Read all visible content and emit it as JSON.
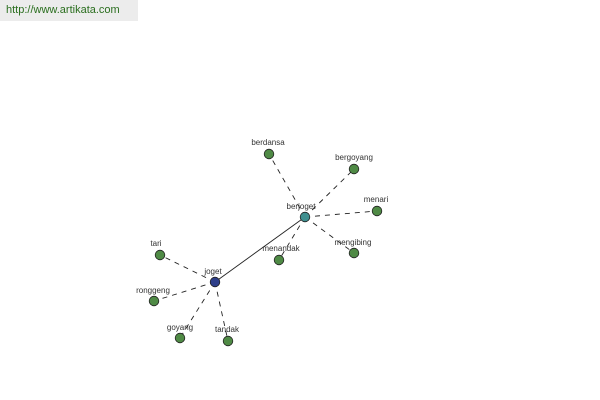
{
  "header": {
    "source_url": "http://www.artikata.com"
  },
  "colors": {
    "link_text": "#2a6e1e",
    "source_box_bg": "#ececec",
    "leaf_node": "#4f8a45",
    "joget_node": "#2e3f8a",
    "berjoget_node": "#3f8f8f",
    "edge": "#222222"
  },
  "graph": {
    "nodes": [
      {
        "id": "joget",
        "label": "joget",
        "kind": "hub"
      },
      {
        "id": "berjoget",
        "label": "berjoget",
        "kind": "hub"
      },
      {
        "id": "tari",
        "label": "tari",
        "kind": "leaf"
      },
      {
        "id": "ronggeng",
        "label": "ronggeng",
        "kind": "leaf"
      },
      {
        "id": "goyang",
        "label": "goyang",
        "kind": "leaf"
      },
      {
        "id": "tandak",
        "label": "tandak",
        "kind": "leaf"
      },
      {
        "id": "menandak",
        "label": "menandak",
        "kind": "leaf"
      },
      {
        "id": "berdansa",
        "label": "berdansa",
        "kind": "leaf"
      },
      {
        "id": "bergoyang",
        "label": "bergoyang",
        "kind": "leaf"
      },
      {
        "id": "menari",
        "label": "menari",
        "kind": "leaf"
      },
      {
        "id": "mengibing",
        "label": "mengibing",
        "kind": "leaf"
      }
    ],
    "edges": [
      {
        "from": "joget",
        "to": "berjoget",
        "style": "solid"
      },
      {
        "from": "joget",
        "to": "tari",
        "style": "dashed"
      },
      {
        "from": "joget",
        "to": "ronggeng",
        "style": "dashed"
      },
      {
        "from": "joget",
        "to": "goyang",
        "style": "dashed"
      },
      {
        "from": "joget",
        "to": "tandak",
        "style": "dashed"
      },
      {
        "from": "berjoget",
        "to": "menandak",
        "style": "dashed"
      },
      {
        "from": "berjoget",
        "to": "berdansa",
        "style": "dashed"
      },
      {
        "from": "berjoget",
        "to": "bergoyang",
        "style": "dashed"
      },
      {
        "from": "berjoget",
        "to": "menari",
        "style": "dashed"
      },
      {
        "from": "berjoget",
        "to": "mengibing",
        "style": "dashed"
      }
    ]
  }
}
